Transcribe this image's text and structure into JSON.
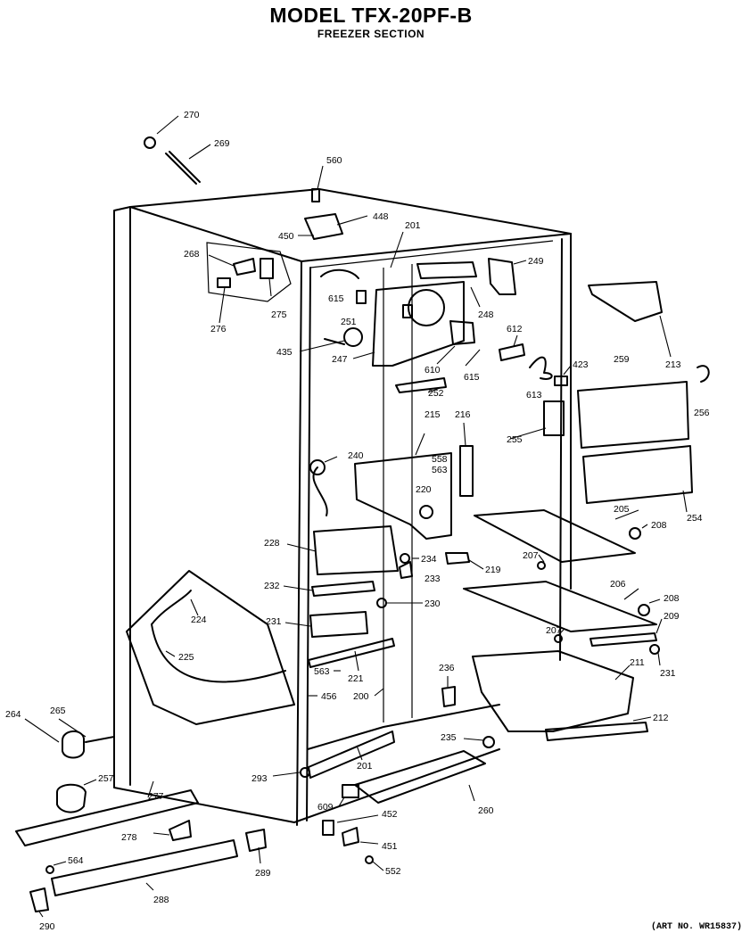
{
  "title": "MODEL TFX-20PF-B",
  "subtitle": "FREEZER SECTION",
  "art_number": "(ART NO. WR15837)",
  "parts": [
    {
      "id": "p270",
      "label": "270"
    },
    {
      "id": "p269",
      "label": "269"
    },
    {
      "id": "p560",
      "label": "560"
    },
    {
      "id": "p448",
      "label": "448"
    },
    {
      "id": "p450",
      "label": "450"
    },
    {
      "id": "p201a",
      "label": "201"
    },
    {
      "id": "p249",
      "label": "249"
    },
    {
      "id": "p268",
      "label": "268"
    },
    {
      "id": "p275",
      "label": "275"
    },
    {
      "id": "p276",
      "label": "276"
    },
    {
      "id": "p615a",
      "label": "615"
    },
    {
      "id": "p251",
      "label": "251"
    },
    {
      "id": "p248",
      "label": "248"
    },
    {
      "id": "p612",
      "label": "612"
    },
    {
      "id": "p435",
      "label": "435"
    },
    {
      "id": "p247",
      "label": "247"
    },
    {
      "id": "p610",
      "label": "610"
    },
    {
      "id": "p615b",
      "label": "615"
    },
    {
      "id": "p423",
      "label": "423"
    },
    {
      "id": "p259",
      "label": "259"
    },
    {
      "id": "p213",
      "label": "213"
    },
    {
      "id": "p613",
      "label": "613"
    },
    {
      "id": "p252",
      "label": "252"
    },
    {
      "id": "p256",
      "label": "256"
    },
    {
      "id": "p255",
      "label": "255"
    },
    {
      "id": "p215",
      "label": "215"
    },
    {
      "id": "p216",
      "label": "216"
    },
    {
      "id": "p240",
      "label": "240"
    },
    {
      "id": "p558",
      "label": "558"
    },
    {
      "id": "p563a",
      "label": "563"
    },
    {
      "id": "p220",
      "label": "220"
    },
    {
      "id": "p205",
      "label": "205"
    },
    {
      "id": "p254",
      "label": "254"
    },
    {
      "id": "p208a",
      "label": "208"
    },
    {
      "id": "p228",
      "label": "228"
    },
    {
      "id": "p234",
      "label": "234"
    },
    {
      "id": "p207a",
      "label": "207"
    },
    {
      "id": "p233",
      "label": "233"
    },
    {
      "id": "p219",
      "label": "219"
    },
    {
      "id": "p232",
      "label": "232"
    },
    {
      "id": "p206",
      "label": "206"
    },
    {
      "id": "p208b",
      "label": "208"
    },
    {
      "id": "p230",
      "label": "230"
    },
    {
      "id": "p224",
      "label": "224"
    },
    {
      "id": "p231a",
      "label": "231"
    },
    {
      "id": "p209",
      "label": "209"
    },
    {
      "id": "p207b",
      "label": "207"
    },
    {
      "id": "p231b",
      "label": "231"
    },
    {
      "id": "p225",
      "label": "225"
    },
    {
      "id": "p211",
      "label": "211"
    },
    {
      "id": "p563b",
      "label": "563"
    },
    {
      "id": "p221",
      "label": "221"
    },
    {
      "id": "p236",
      "label": "236"
    },
    {
      "id": "p456",
      "label": "456"
    },
    {
      "id": "p200",
      "label": "200"
    },
    {
      "id": "p212",
      "label": "212"
    },
    {
      "id": "p264",
      "label": "264"
    },
    {
      "id": "p265",
      "label": "265"
    },
    {
      "id": "p235",
      "label": "235"
    },
    {
      "id": "p201b",
      "label": "201"
    },
    {
      "id": "p293",
      "label": "293"
    },
    {
      "id": "p257",
      "label": "257"
    },
    {
      "id": "p277",
      "label": "277"
    },
    {
      "id": "p609",
      "label": "609"
    },
    {
      "id": "p260",
      "label": "260"
    },
    {
      "id": "p452",
      "label": "452"
    },
    {
      "id": "p278",
      "label": "278"
    },
    {
      "id": "p451",
      "label": "451"
    },
    {
      "id": "p564",
      "label": "564"
    },
    {
      "id": "p552",
      "label": "552"
    },
    {
      "id": "p289",
      "label": "289"
    },
    {
      "id": "p288",
      "label": "288"
    },
    {
      "id": "p290",
      "label": "290"
    }
  ]
}
